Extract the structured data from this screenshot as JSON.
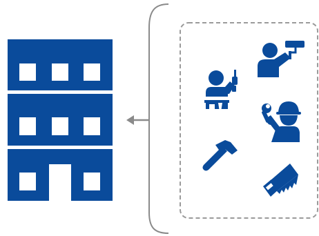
{
  "diagram": {
    "type": "icon-diagram",
    "building": {
      "icon": "building-icon",
      "floors": 3
    },
    "arrow": {
      "icon": "arrow-left-icon",
      "direction": "left"
    },
    "group": {
      "border_style": "dashed",
      "items": [
        {
          "icon": "painter-roller-worker-icon"
        },
        {
          "icon": "technician-with-drill-and-tool-belt-icon"
        },
        {
          "icon": "worker-with-wrench-and-hard-hat-icon"
        },
        {
          "icon": "hammer-icon"
        },
        {
          "icon": "hand-saw-icon"
        }
      ]
    }
  },
  "colors": {
    "primary": "#0A4B9B",
    "line": "#8A8A8A",
    "dashed_border": "#9A9A9A",
    "background": "#FFFFFF"
  }
}
